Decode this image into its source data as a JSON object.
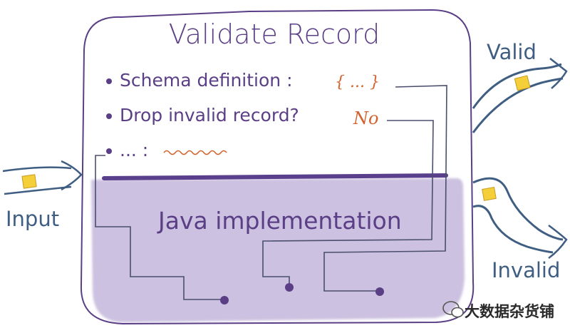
{
  "diagram": {
    "title": "Validate Record",
    "bullets": [
      {
        "text": "Schema definition :",
        "value": "{ ... }"
      },
      {
        "text": "Drop invalid record?",
        "value": "No"
      },
      {
        "text": "... :",
        "value": ""
      }
    ],
    "implementation_label": "Java implementation",
    "input_label": "Input",
    "valid_label": "Valid",
    "invalid_label": "Invalid",
    "watermark": "大数据杂货铺",
    "colors": {
      "box_outline": "#5b3f86",
      "implementation_fill": "#b8a9d4",
      "divider": "#5a3f8c",
      "stream": "#3f5e82",
      "record": "#f4cf3a",
      "scribble": "#d2632e",
      "text": "#5b3f86"
    }
  }
}
